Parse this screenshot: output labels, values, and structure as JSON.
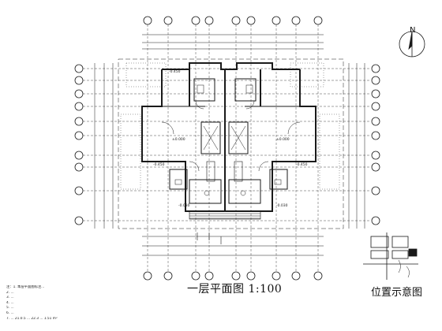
{
  "drawing": {
    "title": "一层平面图 1:100",
    "location_label": "位置示意图",
    "north_label": "N",
    "elevations": [
      "-0.450",
      "-0.450",
      "-0.450",
      "±0.000",
      "±0.000",
      "-0.030",
      "-0.030"
    ],
    "notes": [
      "注：1. 本层平面图标注...",
      "2. ...",
      "3. ...",
      "4. ...",
      "5. ...",
      "6. ...",
      "7. ... 21.0.5 ... 22.3 ... 1.51 m²"
    ]
  },
  "colors": {
    "line": "#1a1a1a",
    "grid": "#333333",
    "background": "#ffffff"
  }
}
